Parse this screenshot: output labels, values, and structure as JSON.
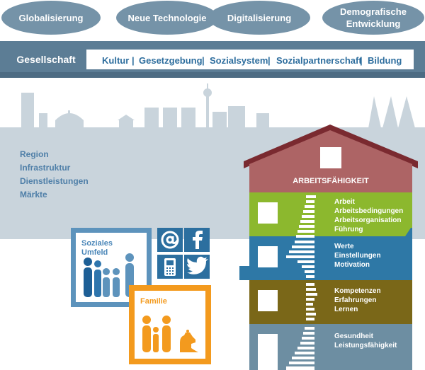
{
  "top_drivers": [
    "Globalisierung",
    "Neue Technologie",
    "Digitalisierung",
    "Demografische",
    "Entwicklung"
  ],
  "society": {
    "label": "Gesellschaft",
    "items": [
      "Kultur",
      "Gesetzgebung",
      "Sozialsystem",
      "Sozialpartnerschaft",
      "Bildung"
    ],
    "separator": "|"
  },
  "region_list": [
    "Region",
    "Infrastruktur",
    "Dienstleistungen",
    "Märkte"
  ],
  "house": {
    "roof_label": "ARBEITSFÄHIGKEIT",
    "floors": [
      {
        "lines": [
          "Arbeit",
          "Arbeitsbedingungen",
          "Arbeitsorganisation",
          "Führung"
        ]
      },
      {
        "lines": [
          "Werte",
          "Einstellungen",
          "Motivation"
        ]
      },
      {
        "lines": [
          "Kompetenzen",
          "Erfahrungen",
          "Lernen"
        ]
      },
      {
        "lines": [
          "Gesundheit",
          "Leistungsfähigkeit"
        ]
      }
    ]
  },
  "social": {
    "title_lines": [
      "Soziales",
      "Umfeld"
    ]
  },
  "family": {
    "title": "Familie"
  },
  "media_icons": [
    "at-icon",
    "facebook-icon",
    "mobile-phone-icon",
    "twitter-icon"
  ],
  "colors": {
    "ellipse": "#7593a8",
    "bar": "#5c7d95",
    "skyline": "#c9d4dc",
    "roof": "#ad6465",
    "floor1": "#8cb82e",
    "floor2": "#2e78a6",
    "floor3": "#7a6718",
    "floor4": "#6d8ea2",
    "social_blue": "#5d93bc",
    "family_orange": "#f39a1e"
  }
}
